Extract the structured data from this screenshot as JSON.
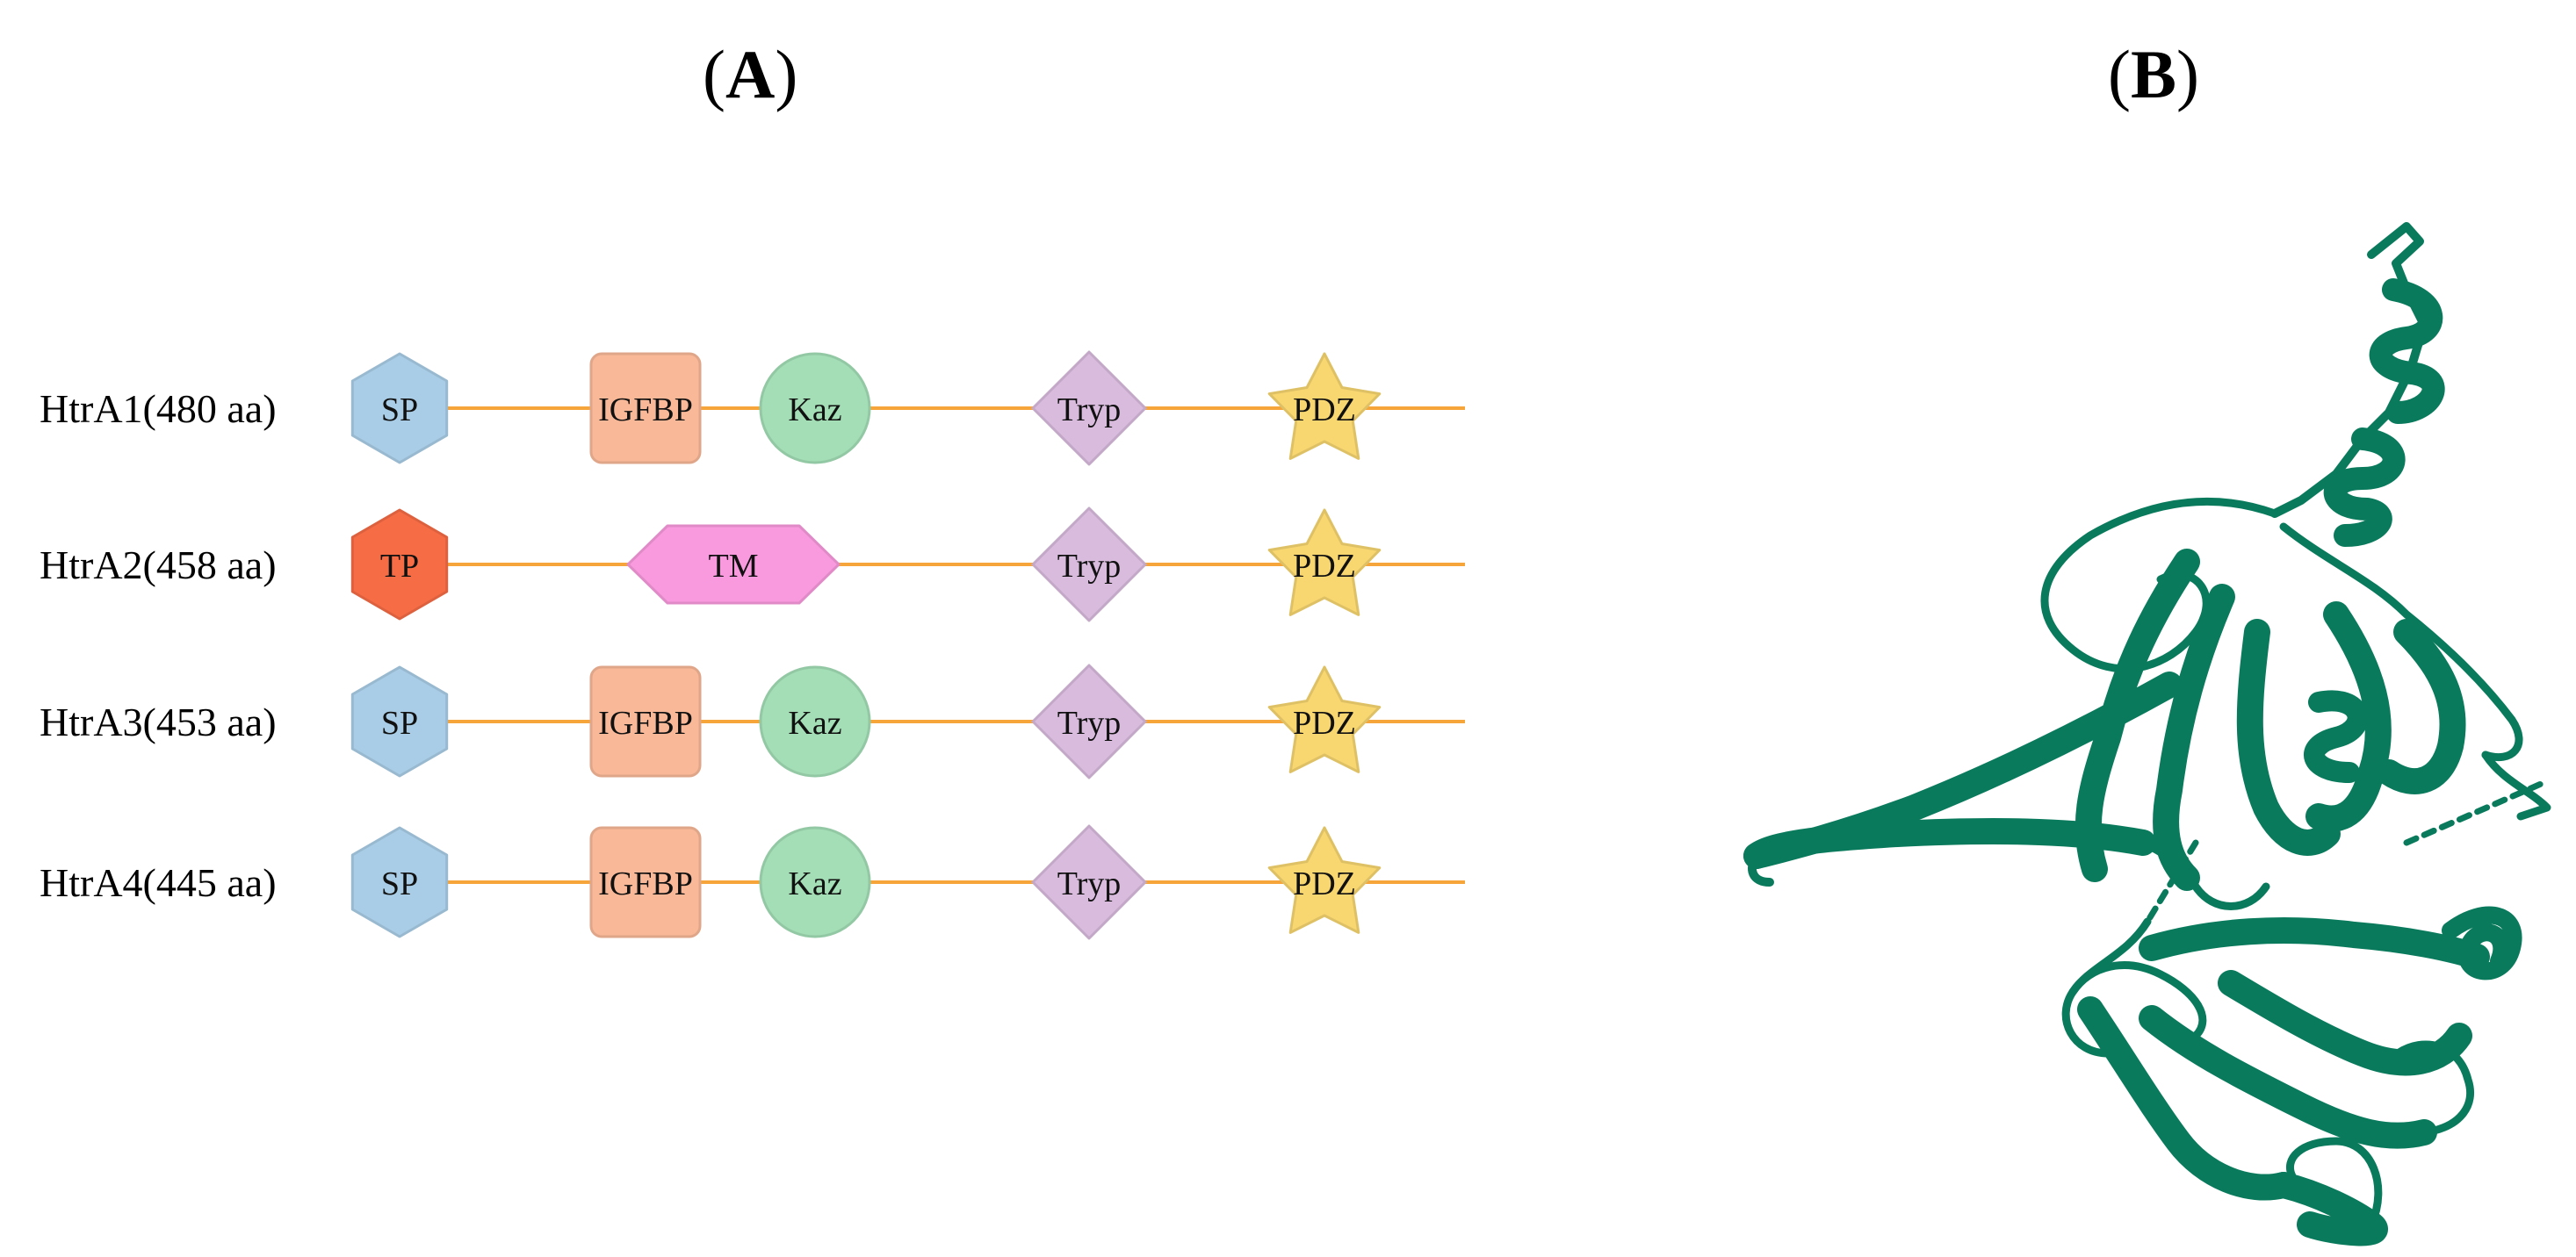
{
  "panels": {
    "a": {
      "open": "(",
      "letter": "A",
      "close": ")"
    },
    "b": {
      "open": "(",
      "letter": "B",
      "close": ")"
    }
  },
  "colors": {
    "linker": "#F5A53A",
    "SP": "#A9CDE6",
    "TP": "#F56C45",
    "IGFBP": "#F9B898",
    "Kaz": "#A3DEB6",
    "TM": "#F99ADE",
    "Tryp": "#D9BBDE",
    "PDZ": "#F8D670",
    "structure": "#0A7A5C"
  },
  "proteins": [
    {
      "name": "HtrA1(480 aa)",
      "domains": [
        {
          "type": "SP",
          "label": "SP",
          "shape": "hexagon"
        },
        {
          "type": "IGFBP",
          "label": "IGFBP",
          "shape": "square"
        },
        {
          "type": "Kaz",
          "label": "Kaz",
          "shape": "circle"
        },
        {
          "type": "Tryp",
          "label": "Tryp",
          "shape": "diamond"
        },
        {
          "type": "PDZ",
          "label": "PDZ",
          "shape": "star"
        }
      ]
    },
    {
      "name": "HtrA2(458 aa)",
      "domains": [
        {
          "type": "TP",
          "label": "TP",
          "shape": "hexagon"
        },
        {
          "type": "TM",
          "label": "TM",
          "shape": "long-hexagon"
        },
        {
          "type": "Tryp",
          "label": "Tryp",
          "shape": "diamond"
        },
        {
          "type": "PDZ",
          "label": "PDZ",
          "shape": "star"
        }
      ]
    },
    {
      "name": "HtrA3(453 aa)",
      "domains": [
        {
          "type": "SP",
          "label": "SP",
          "shape": "hexagon"
        },
        {
          "type": "IGFBP",
          "label": "IGFBP",
          "shape": "square"
        },
        {
          "type": "Kaz",
          "label": "Kaz",
          "shape": "circle"
        },
        {
          "type": "Tryp",
          "label": "Tryp",
          "shape": "diamond"
        },
        {
          "type": "PDZ",
          "label": "PDZ",
          "shape": "star"
        }
      ]
    },
    {
      "name": "HtrA4(445 aa)",
      "domains": [
        {
          "type": "SP",
          "label": "SP",
          "shape": "hexagon"
        },
        {
          "type": "IGFBP",
          "label": "IGFBP",
          "shape": "square"
        },
        {
          "type": "Kaz",
          "label": "Kaz",
          "shape": "circle"
        },
        {
          "type": "Tryp",
          "label": "Tryp",
          "shape": "diamond"
        },
        {
          "type": "PDZ",
          "label": "PDZ",
          "shape": "star"
        }
      ]
    }
  ]
}
